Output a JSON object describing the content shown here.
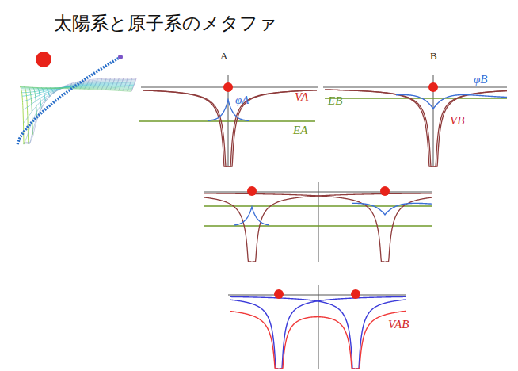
{
  "diagram": {
    "title": "太陽系と原子系のメタファ",
    "labels": [
      "A",
      "B",
      "φA",
      "VA",
      "EA",
      "EB",
      "φB",
      "VB",
      "VAB"
    ]
  }
}
